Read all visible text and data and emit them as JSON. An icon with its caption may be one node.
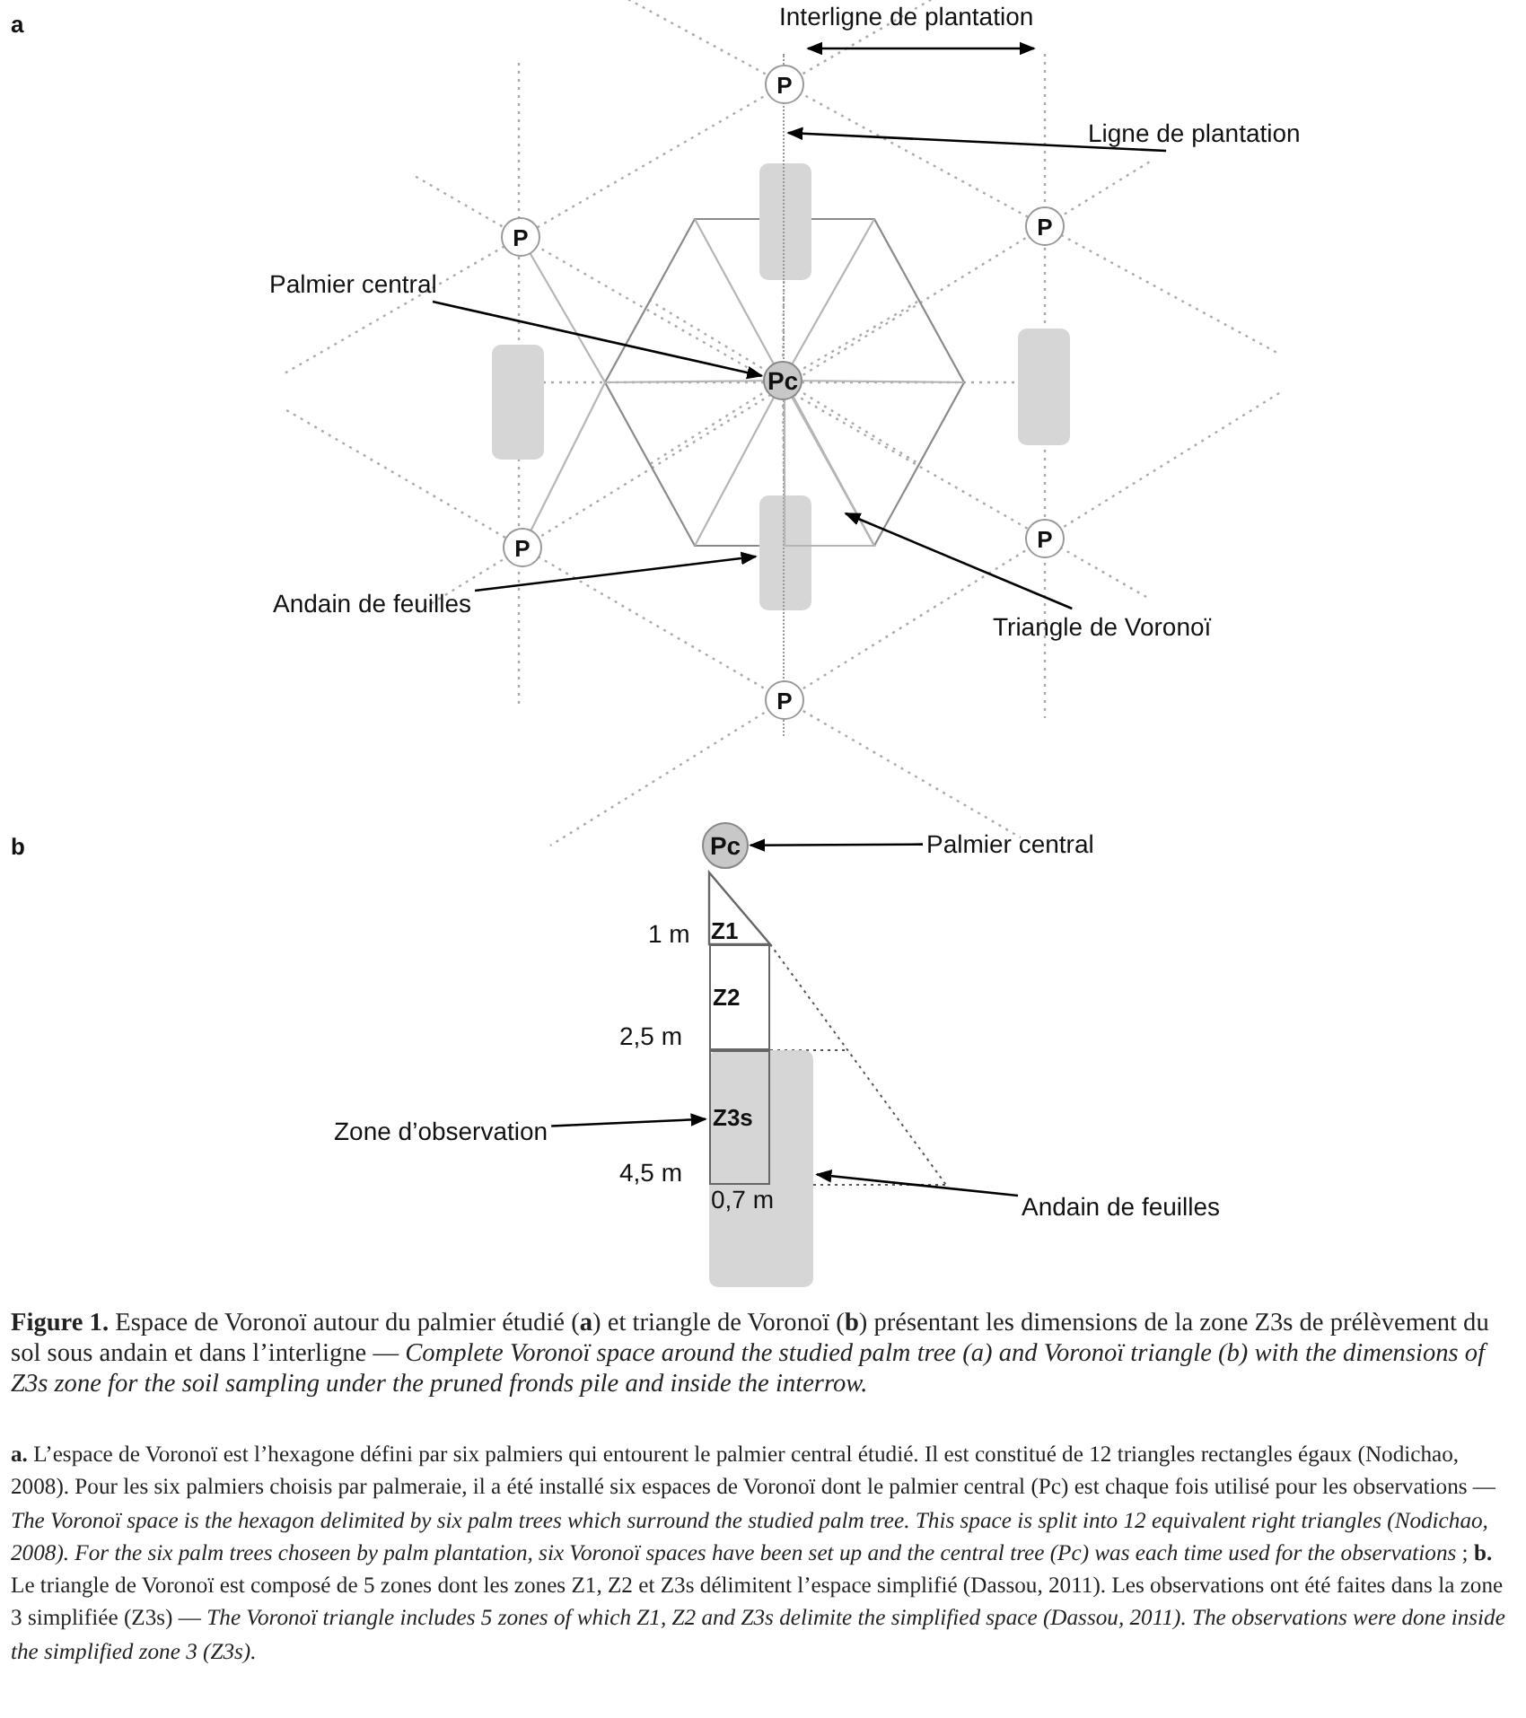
{
  "diagram": {
    "caption": "**Figure 1.** Espace de Voronoï autour du palmier étudié (**a**) et triangle de Voronoï (**b**) présentant les dimensions de la zone Z3s de prélèvement du sol sous andain et dans l’interligne — *Complete Voronoï space around the studied palm tree (a) and Voronoï triangle (b) with the dimensions of Z3s zone for the soil sampling under the pruned fronds pile and inside the interrow.*",
    "nodes": [
      {
        "text": [
          "P"
        ]
      },
      {
        "text": [
          "P"
        ]
      },
      {
        "text": [
          "P"
        ]
      },
      {
        "text": [
          "Pc"
        ]
      },
      {
        "text": [
          "P"
        ]
      },
      {
        "text": [
          "P"
        ]
      },
      {
        "text": [
          "P"
        ]
      },
      {
        "text": [
          "Palmier central"
        ]
      },
      {
        "text": [
          "Andain de feuilles"
        ]
      },
      {
        "text": [
          "Triangle de Voronoï"
        ]
      },
      {
        "text": [
          "Ligne de plantation"
        ]
      },
      {
        "text": [],
        "shape": "bar"
      },
      {
        "text": [
          "Pc"
        ]
      },
      {
        "text": [
          "Palmier central"
        ]
      },
      {
        "text": [
          "Zone d’observation"
        ]
      },
      {
        "text": [
          "Z1"
        ]
      },
      {
        "text": [
          "Z2"
        ]
      },
      {
        "text": [
          "Z3s"
        ],
        "in": 19
      },
      {
        "text": [
          "Andain de feuilles"
        ]
      },
      {
        "text": [],
        "shape": "bar"
      },
      {
        "text": [],
        "shape": "line"
      },
      {
        "text": [],
        "shape": "triangle"
      }
    ],
    "edges": [
      {
        "from": 7,
        "to": 3,
        "arrow": "to"
      },
      {
        "from": 8,
        "to": 11,
        "arrow": "to"
      },
      {
        "from": 9,
        "to": 21,
        "arrow": "to"
      },
      {
        "from": 10,
        "to": 20,
        "arrow": "to"
      },
      {
        "from": 13,
        "to": 12,
        "arrow": "to"
      },
      {
        "from": 14,
        "to": 17,
        "arrow": "to"
      },
      {
        "from": 18,
        "to": 19,
        "arrow": "to"
      }
    ],
    "labels": [
      "a",
      "Interligne de plantation",
      "b",
      "1 m",
      "2,5 m",
      "4,5 m",
      "0,7 m",
      "**a.** L’espace de Voronoï est l’hexagone défini par six palmiers qui entourent le palmier central étudié. Il est constitué de 12 triangles rectangles égaux (Nodichao, 2008). Pour les six palmiers choisis par palmeraie, il a été installé six espaces de Voronoï dont le palmier central (Pc) est chaque fois utilisé pour les observations — *The Voronoï space is the hexagon delimited by six palm trees which surround the studied palm tree. This space is split into 12 equivalent right triangles (Nodichao, 2008). For the six palm trees choseen by palm plantation, six Voronoï spaces have been set up and the central tree (Pc) was each time used for the observations* ; **b.** Le triangle de Voronoï est composé de 5 zones dont les zones Z1, Z2 et Z3s délimitent l’espace simplifié (Dassou, 2011). Les observations ont été faites dans la zone 3 simplifiée (Z3s) — *The Voronoï triangle includes 5 zones of which Z1, Z2 and Z3s delimite the simplified space (Dassou, 2011). The observations were done inside the simplified zone 3 (Z3s).*"
    ]
  }
}
